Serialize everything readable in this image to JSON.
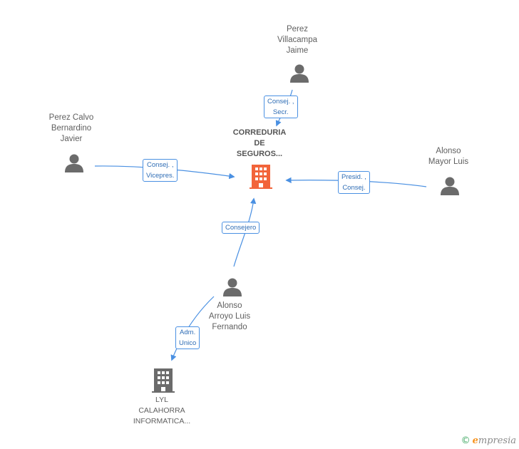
{
  "center": {
    "label_lines": [
      "CORREDURIA",
      "DE",
      "SEGUROS..."
    ],
    "icon": "building-icon",
    "color": "#f2643a"
  },
  "people": [
    {
      "id": "perez-villacampa",
      "label_lines": [
        "Perez",
        "Villacampa",
        "Jaime"
      ],
      "icon": "person-icon"
    },
    {
      "id": "perez-calvo",
      "label_lines": [
        "Perez Calvo",
        "Bernardino",
        "Javier"
      ],
      "icon": "person-icon"
    },
    {
      "id": "alonso-mayor",
      "label_lines": [
        "Alonso",
        "Mayor Luis"
      ],
      "icon": "person-icon"
    },
    {
      "id": "alonso-arroyo",
      "label_lines": [
        "Alonso",
        "Arroyo Luis",
        "Fernando"
      ],
      "icon": "person-icon"
    }
  ],
  "company": {
    "label_lines": [
      "LYL",
      "CALAHORRA",
      "INFORMATICA..."
    ],
    "icon": "building-icon",
    "color": "#6b6b6b"
  },
  "edges": [
    {
      "from": "perez-villacampa",
      "to": "center",
      "role_lines": [
        "Consej. ,",
        "Secr."
      ]
    },
    {
      "from": "perez-calvo",
      "to": "center",
      "role_lines": [
        "Consej. ,",
        "Vicepres."
      ]
    },
    {
      "from": "alonso-mayor",
      "to": "center",
      "role_lines": [
        "Presid. ,",
        "Consej."
      ]
    },
    {
      "from": "alonso-arroyo",
      "to": "center",
      "role_lines": [
        "Consejero"
      ]
    },
    {
      "from": "alonso-arroyo",
      "to": "company",
      "role_lines": [
        "Adm.",
        "Unico"
      ]
    }
  ],
  "colors": {
    "edge": "#4a90e2",
    "person": "#6b6b6b",
    "text": "#5f5f5f"
  },
  "brand": {
    "copyright": "©",
    "name_initial": "e",
    "name_rest": "mpresia"
  }
}
